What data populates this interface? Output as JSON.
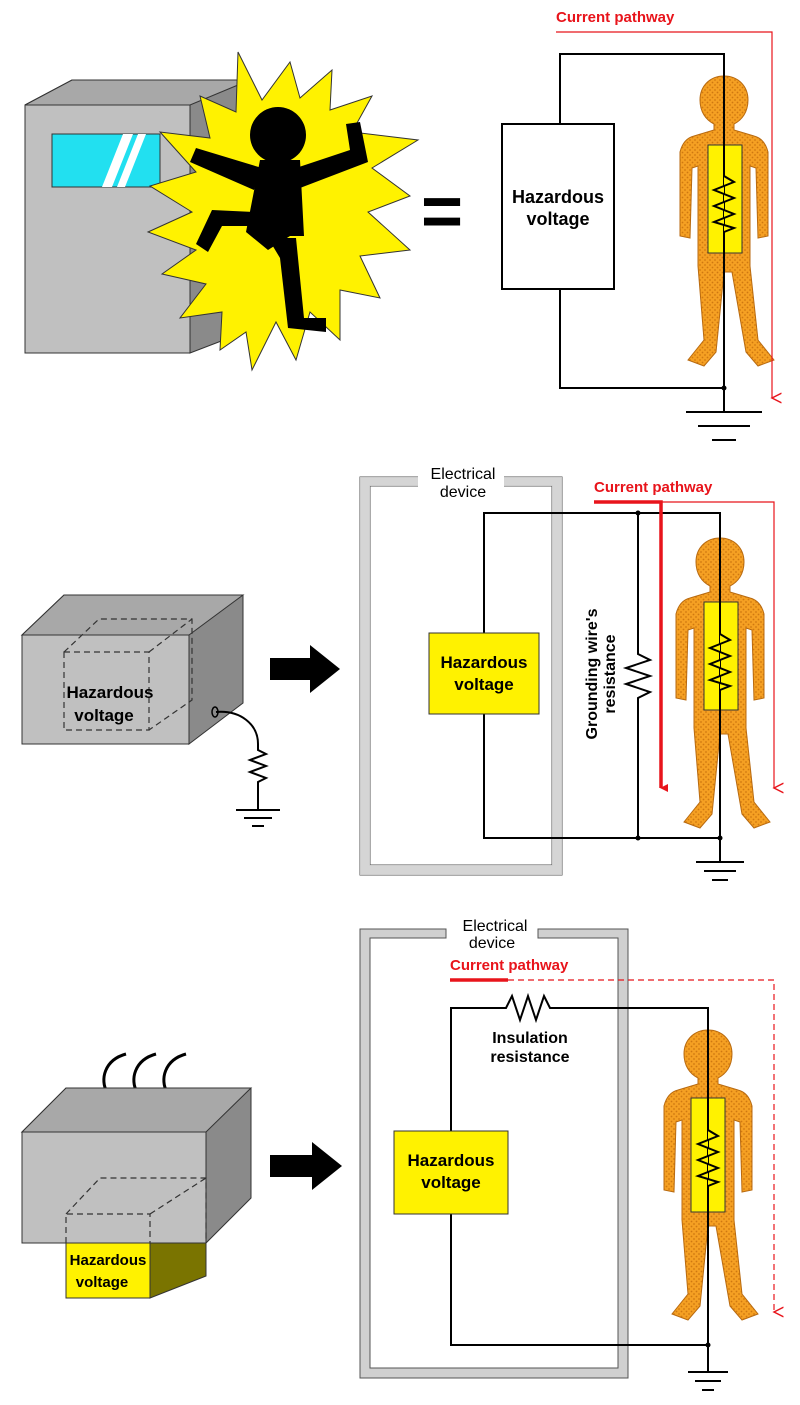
{
  "colors": {
    "current_red": "#e8141b",
    "hazard_yellow": "#fff200",
    "body_orange": "#f5a023",
    "screen_cyan": "#22e0f0",
    "box_gray": "#c0c0c0",
    "device_outline": "#d0d0d0"
  },
  "panel1": {
    "current_pathway": "Current pathway",
    "equals": "=",
    "hazard_line1": "Hazardous",
    "hazard_line2": "voltage"
  },
  "panel2": {
    "device_line1": "Electrical",
    "device_line2": "device",
    "current_pathway": "Current pathway",
    "box_hazard_line1": "Hazardous",
    "box_hazard_line2": "voltage",
    "hazard_line1": "Hazardous",
    "hazard_line2": "voltage",
    "ground_label_line1": "Grounding wire's",
    "ground_label_line2": "resistance"
  },
  "panel3": {
    "device_line1": "Electrical",
    "device_line2": "device",
    "current_pathway": "Current pathway",
    "insulation_line1": "Insulation",
    "insulation_line2": "resistance",
    "box_hazard_line1": "Hazardous",
    "box_hazard_line2": "voltage",
    "hazard_line1": "Hazardous",
    "hazard_line2": "voltage"
  },
  "icons": [
    "person-silhouette-icon",
    "shock-burst-icon",
    "resistor-icon",
    "ground-symbol-icon",
    "right-arrow-icon",
    "heat-arrows-icon"
  ]
}
